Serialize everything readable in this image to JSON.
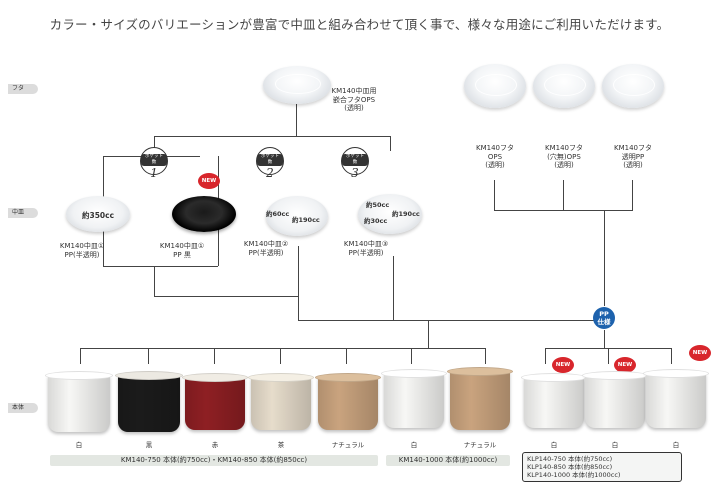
{
  "headline": "カラー・サイズのバリエーションが豊富で中皿と組み合わせて頂く事で、様々な用途にご利用いただけます。",
  "side_tags": {
    "lid": "フタ",
    "plate": "中皿",
    "body": "本体"
  },
  "top_lid": {
    "line1": "KM140中皿用",
    "line2": "嵌合フタOPS",
    "line3": "(透明)"
  },
  "right_lids": [
    {
      "line1": "KM140フタ",
      "line2": "OPS",
      "line3": "(透明)"
    },
    {
      "line1": "KM140フタ",
      "line2": "(穴無)OPS",
      "line3": "(透明)"
    },
    {
      "line1": "KM140フタ",
      "line2": "透明PP",
      "line3": "(透明)"
    }
  ],
  "pocket_label": "ポケット数",
  "pockets": [
    "1",
    "2",
    "3"
  ],
  "new_label": "NEW",
  "plates": [
    {
      "vol1": "約350cc",
      "vol2": "",
      "line1": "KM140中皿①",
      "line2": "PP(半透明)"
    },
    {
      "vol1": "",
      "vol2": "",
      "line1": "KM140中皿①",
      "line2": "PP 黒"
    },
    {
      "vol1": "約60cc",
      "vol2": "約190cc",
      "line1": "KM140中皿②",
      "line2": "PP(半透明)"
    },
    {
      "vol1": "約50cc",
      "vol2": "約190cc",
      "vol3": "約30cc",
      "line1": "KM140中皿③",
      "line2": "PP(半透明)"
    }
  ],
  "pp_badge": {
    "line1": "PP",
    "line2": "仕様"
  },
  "bowls": [
    {
      "color_label": "白",
      "body": "#f7f7f5",
      "rim": "#ffffff",
      "inner": "#ececea"
    },
    {
      "color_label": "黒",
      "body": "#1b1b1b",
      "rim": "#ece9e2",
      "inner": "#f3efe6"
    },
    {
      "color_label": "赤",
      "body": "#8e1f23",
      "rim": "#f0ece4",
      "inner": "#f4f0e8"
    },
    {
      "color_label": "茶",
      "body": "#e6dccb",
      "rim": "#f4efe4",
      "inner": "#efe7d8"
    },
    {
      "color_label": "ナチュラル",
      "body": "#c9a37e",
      "rim": "#dcbf9d",
      "inner": "#d3b18c"
    },
    {
      "color_label": "白",
      "body": "#f7f7f5",
      "rim": "#ffffff",
      "inner": "#ececea"
    },
    {
      "color_label": "ナチュラル",
      "body": "#c9a37e",
      "rim": "#dcbf9d",
      "inner": "#d3b18c"
    },
    {
      "color_label": "白",
      "body": "#f7f7f5",
      "rim": "#ffffff",
      "inner": "#ececea"
    },
    {
      "color_label": "白",
      "body": "#f7f7f5",
      "rim": "#ffffff",
      "inner": "#ececea"
    },
    {
      "color_label": "白",
      "body": "#f7f7f5",
      "rim": "#ffffff",
      "inner": "#ececea"
    }
  ],
  "bars": [
    "KM140-750 本体(約750cc)・KM140-850 本体(約850cc)",
    "KM140-1000 本体(約1000cc)"
  ],
  "klp_lines": [
    "KLP140-750 本体(約750cc)",
    "KLP140-850 本体(約850cc)",
    "KLP140-1000 本体(約1000cc)"
  ],
  "colors": {
    "new_red": "#d8262c",
    "pp_blue": "#1d62ad",
    "bar_green": "#e3e7e2"
  }
}
